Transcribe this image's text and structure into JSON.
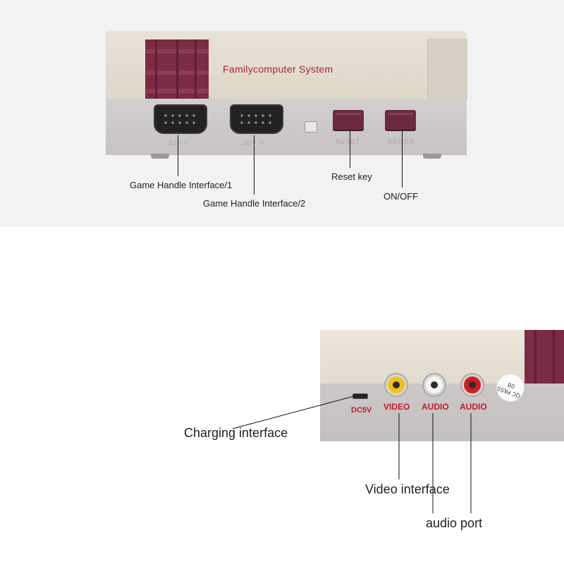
{
  "top_console": {
    "brand_text": "Familycomputer System",
    "engraved": [
      "JOY I",
      "JOY II",
      "RESET",
      "POWER"
    ]
  },
  "top_callouts": {
    "joy1": "Game Handle Interface/1",
    "joy2": "Game Handle Interface/2",
    "reset": "Reset key",
    "power": "ON/OFF"
  },
  "bottom_console": {
    "dc_label": "DC5V",
    "video_label": "VIDEO",
    "audio_label_1": "AUDIO",
    "audio_label_2": "AUDIO",
    "pass_sticker": "QC PASS 08"
  },
  "bottom_callouts": {
    "charging": "Charging interface",
    "video": "Video interface",
    "audio": "audio port"
  },
  "colors": {
    "console_beige": "#e6e1d3",
    "console_grey": "#ccc8c8",
    "maroon": "#7a2c45",
    "label_red": "#c11a2c",
    "rca_yellow": "#f2c21a",
    "rca_white": "#f4f4f4",
    "rca_red": "#d01d24"
  }
}
